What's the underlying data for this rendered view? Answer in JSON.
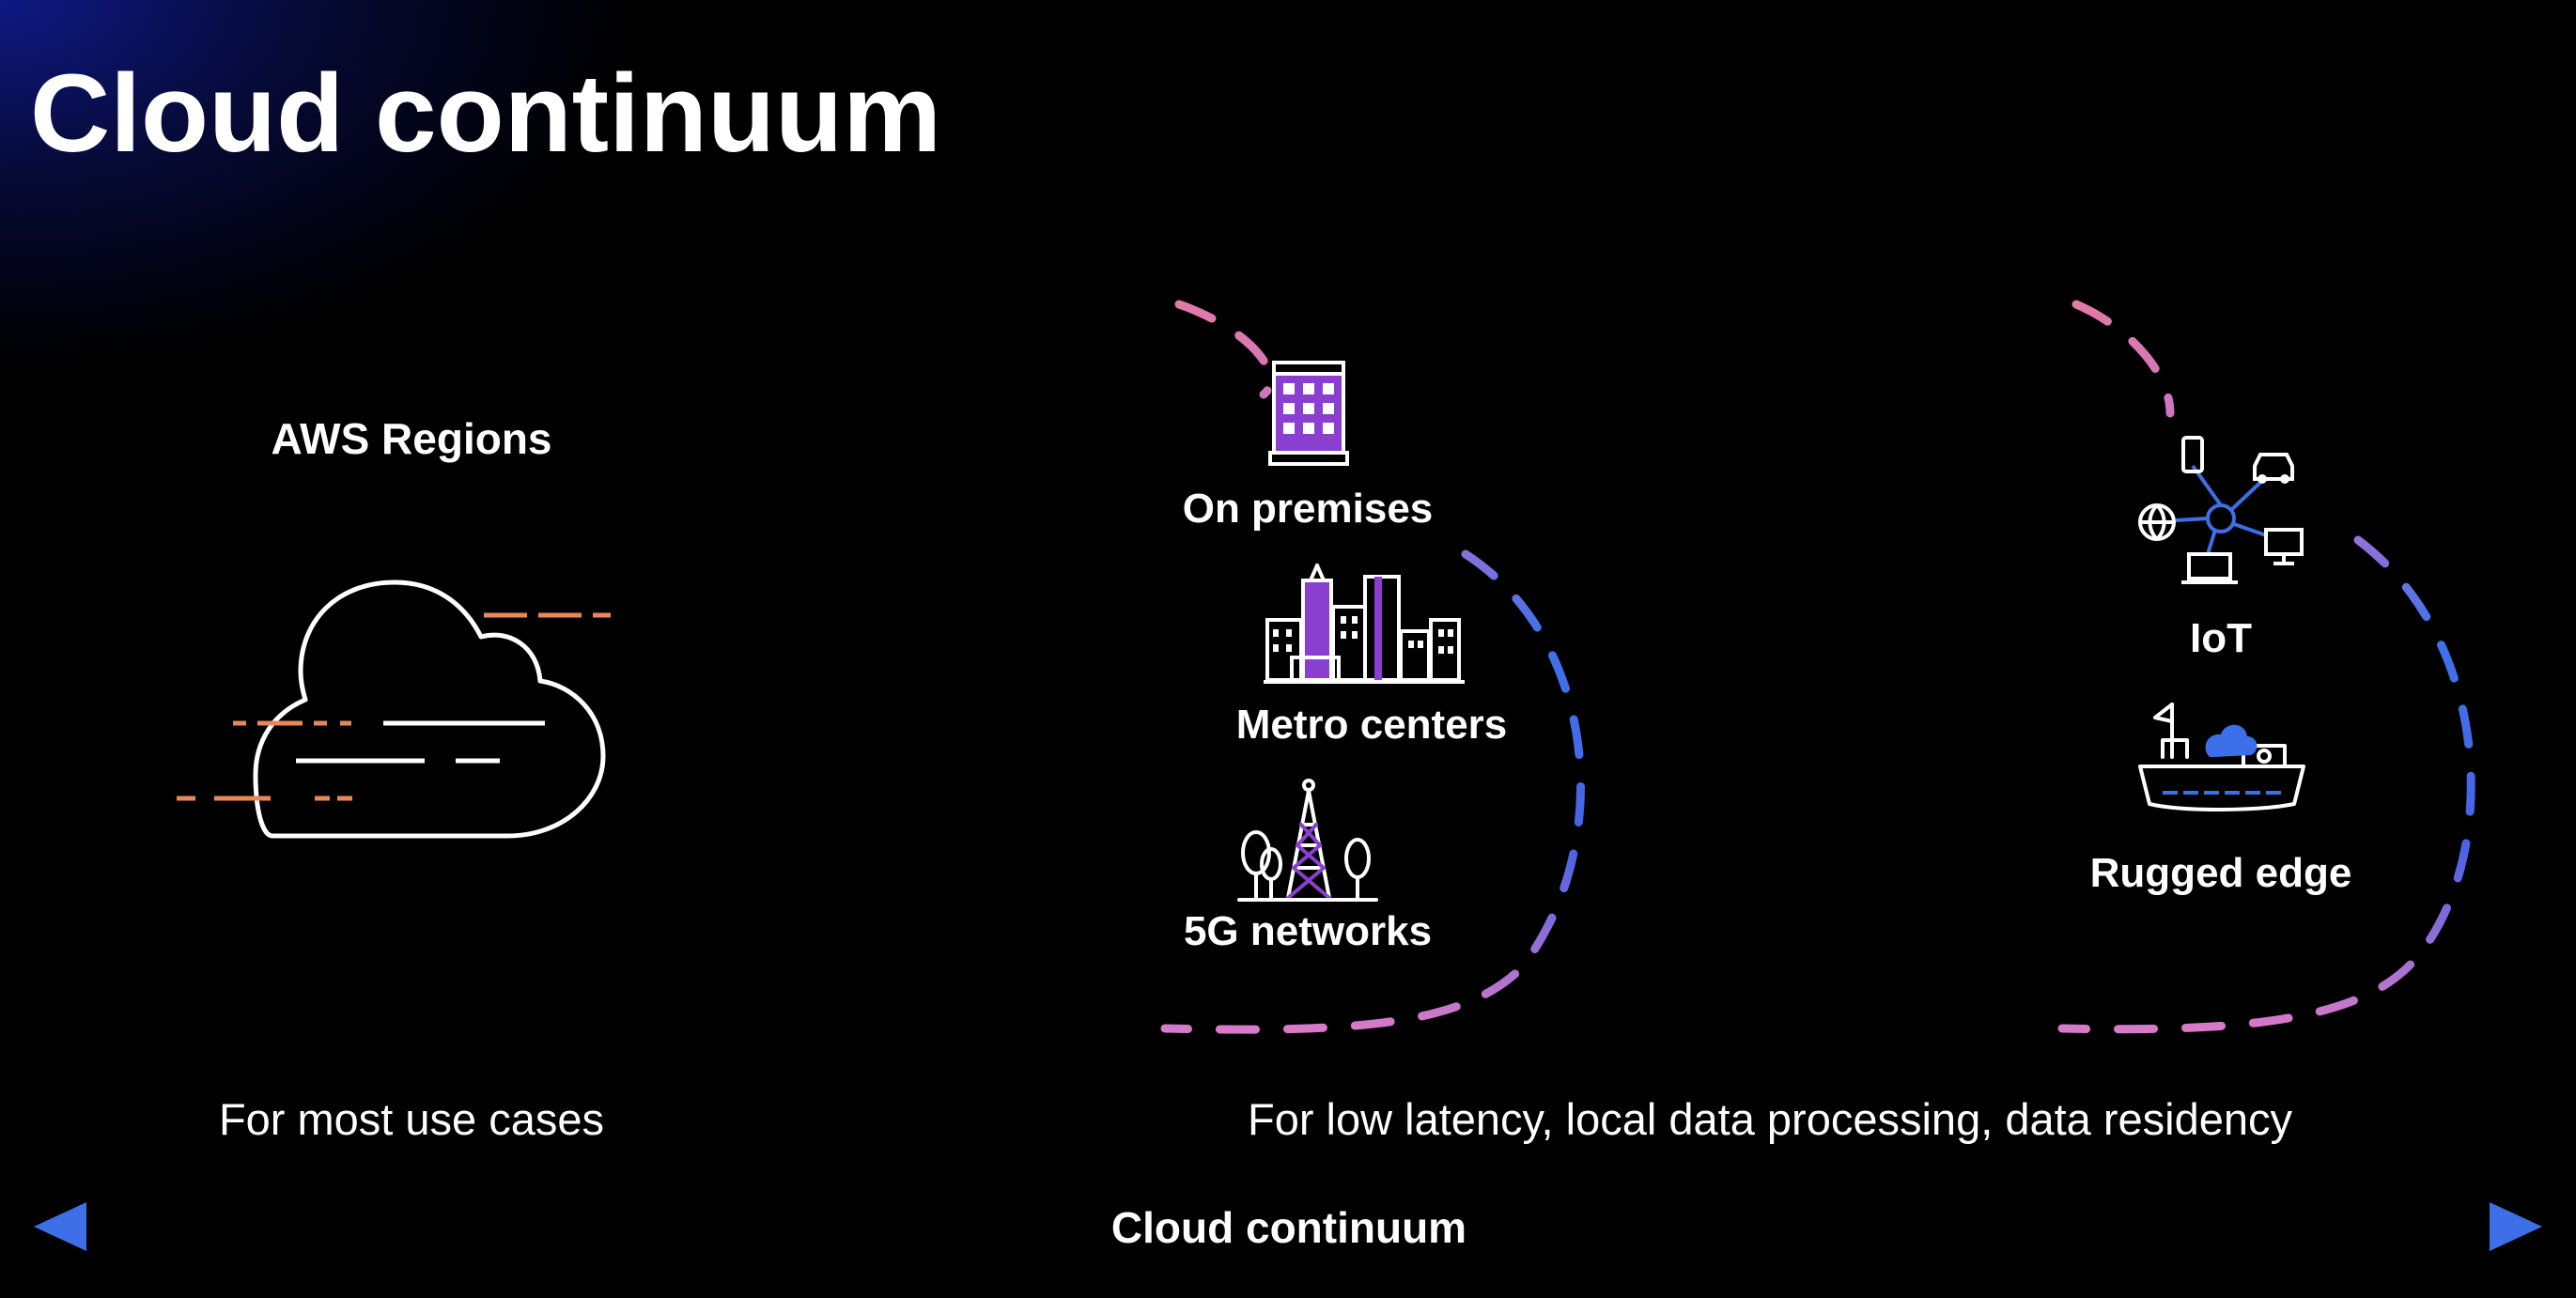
{
  "slide": {
    "title": "Cloud continuum"
  },
  "regions": {
    "label": "AWS Regions",
    "caption": "For most use cases"
  },
  "edge_group": {
    "items": [
      {
        "label": "On premises",
        "icon": "office-building-icon"
      },
      {
        "label": "Metro centers",
        "icon": "city-skyline-icon"
      },
      {
        "label": "5G networks",
        "icon": "cell-tower-icon"
      }
    ]
  },
  "device_group": {
    "items": [
      {
        "label": "IoT",
        "icon": "iot-hub-icon"
      },
      {
        "label": "Rugged edge",
        "icon": "ship-icon"
      }
    ]
  },
  "edge_caption": "For low latency, local data processing, data residency",
  "continuum_bar": {
    "label": "Cloud continuum"
  },
  "colors": {
    "background": "#000000",
    "accent_blue": "#3d6fe8",
    "accent_purple": "#c56cf0",
    "accent_pink": "#d36a8c",
    "accent_orange": "#e8875a",
    "icon_purple": "#8a3fd1"
  }
}
